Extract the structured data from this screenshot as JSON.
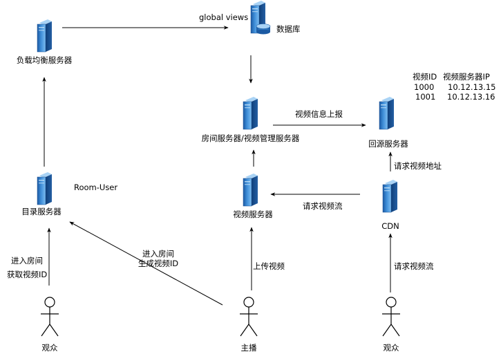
{
  "nodes": {
    "lb_server": "负载均衡服务器",
    "database": "数据库",
    "room_server": "房间服务器/视频管理服务器",
    "origin_server": "回源服务器",
    "directory_server": "目录服务器",
    "video_server": "视频服务器",
    "cdn": "CDN",
    "viewer_left": "观众",
    "streamer": "主播",
    "viewer_right": "观众"
  },
  "edges": {
    "global_views": "global views",
    "video_info_report": "视频信息上报",
    "request_video_addr": "请求视频地址",
    "room_user": "Room-User",
    "request_stream_cdn": "请求视频流",
    "enter_room_1": "进入房间",
    "get_video_id": "获取视频ID",
    "enter_room_2": "进入房间",
    "gen_video_id": "生成视频ID",
    "upload_video": "上传视频",
    "request_stream_viewer": "请求视频流"
  },
  "mapping_table": {
    "header": [
      "视频ID",
      "视频服务器IP"
    ],
    "rows": [
      [
        "1000",
        "10.12.13.15"
      ],
      [
        "1001",
        "10.12.13.16"
      ]
    ]
  },
  "colors": {
    "server_dark": "#1f5fa8",
    "server_light": "#6fb2ec",
    "server_highlight": "#d7ecfb",
    "line": "#000000"
  }
}
